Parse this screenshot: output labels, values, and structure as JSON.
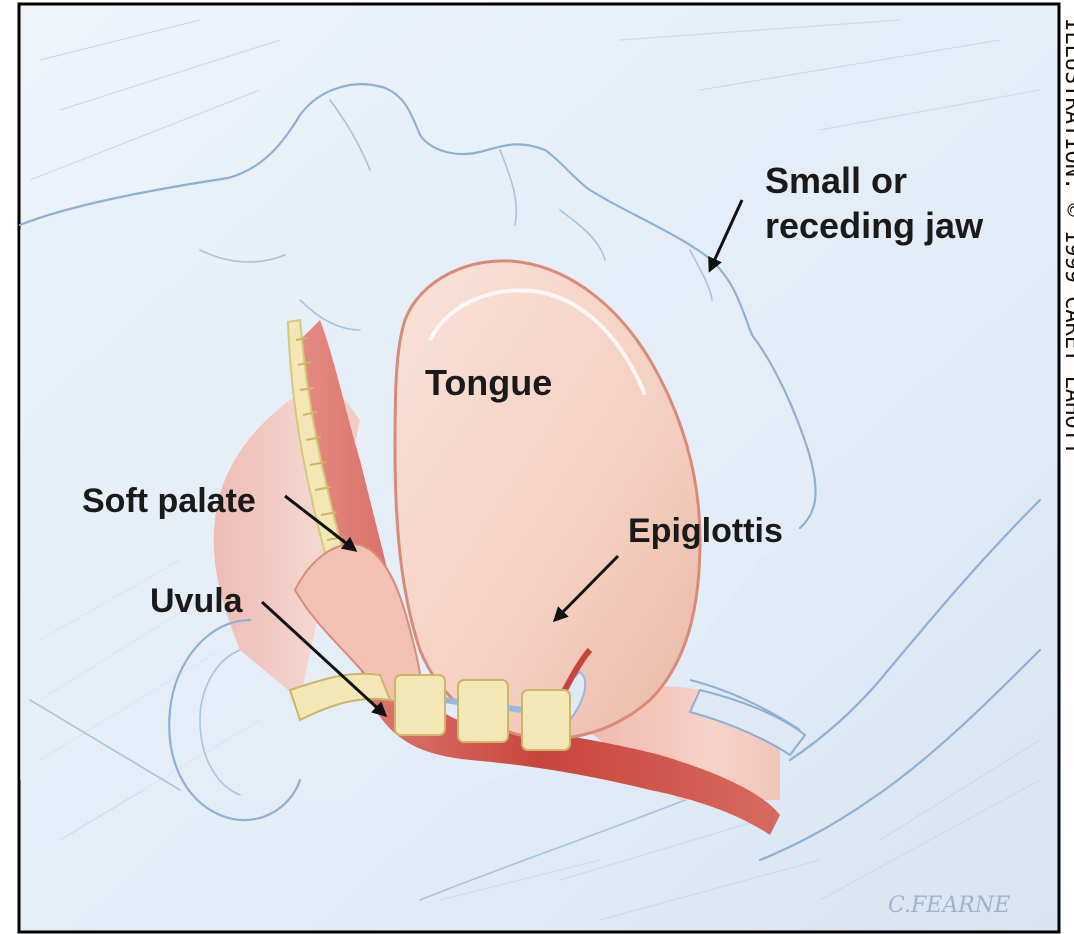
{
  "labels": {
    "jaw_line1": "Small or",
    "jaw_line2": "receding jaw",
    "tongue": "Tongue",
    "soft_palate": "Soft palate",
    "epiglottis": "Epiglottis",
    "uvula": "Uvula"
  },
  "side_text": "ILLUSTRATION: © 1999 CAREY LAHOTT",
  "signature": "C.FEARNE",
  "colors": {
    "skin": "#e6eff8",
    "skin_shade": "#cfe0f0",
    "outline": "#8fb0d4",
    "airway": "#c8453c",
    "airway_light": "#e8918a",
    "tongue": "#f4d2c4",
    "tongue_edge": "#d98b7a",
    "bone": "#f3e7b6",
    "frame": "#000000"
  }
}
